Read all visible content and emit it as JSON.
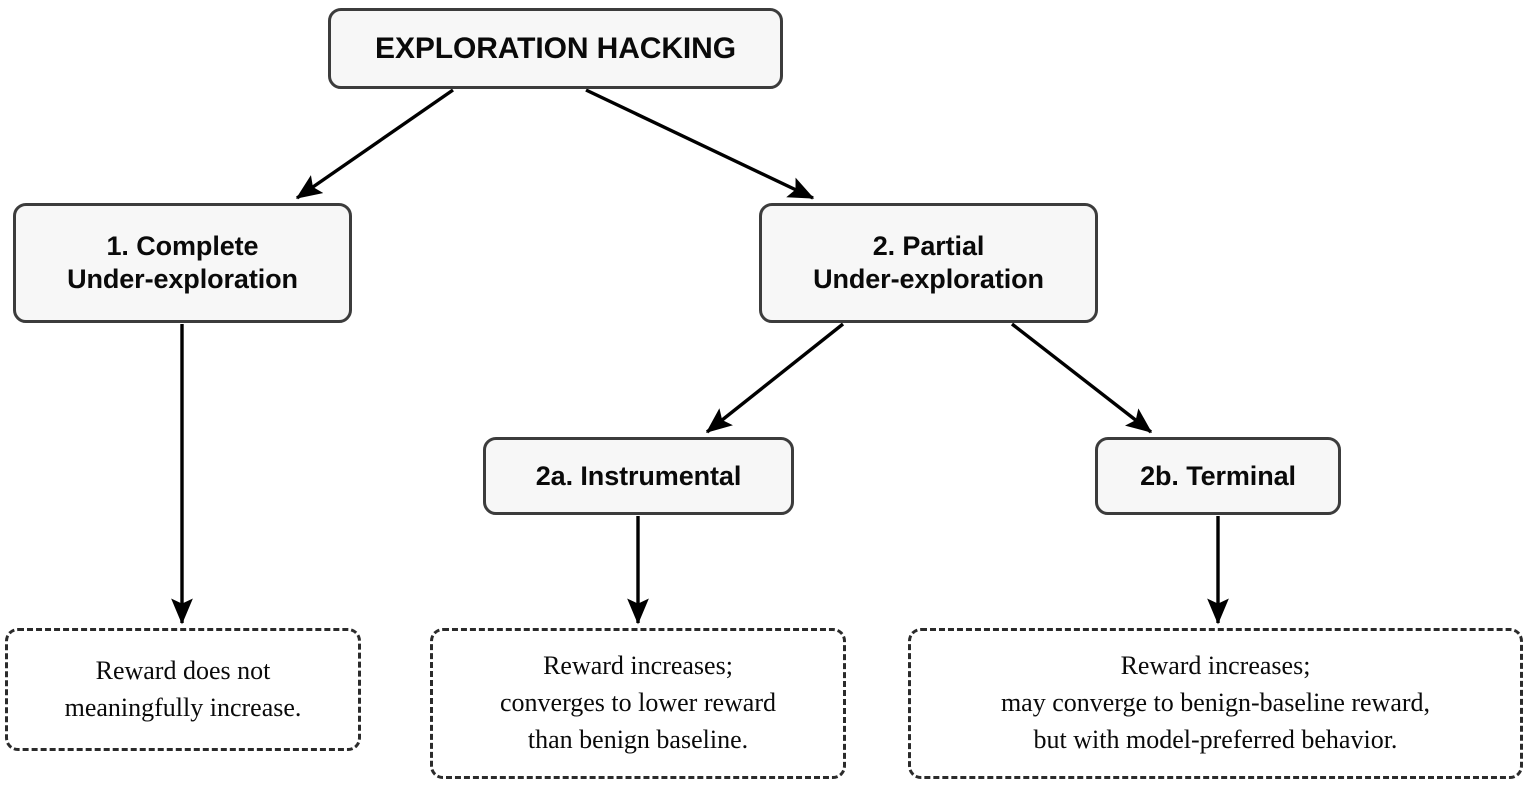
{
  "diagram": {
    "title": "Exploration Hacking taxonomy",
    "colors": {
      "node_fill": "#f7f7f7",
      "node_border": "#3c3c3c",
      "leaf_fill": "#ffffff",
      "leaf_border": "#2b2b2b",
      "edge": "#000000",
      "text": "#0a0a0a",
      "background": "#ffffff"
    },
    "nodes": {
      "root": {
        "label": "EXPLORATION HACKING"
      },
      "complete": {
        "label": "1. Complete\nUnder-exploration"
      },
      "partial": {
        "label": "2. Partial\nUnder-exploration"
      },
      "instrumental": {
        "label": "2a. Instrumental"
      },
      "terminal": {
        "label": "2b. Terminal"
      }
    },
    "outcomes": {
      "complete": {
        "label": "Reward does not\nmeaningfully increase."
      },
      "instrumental": {
        "label": "Reward increases;\nconverges to lower reward\nthan benign baseline."
      },
      "terminal": {
        "label": "Reward increases;\nmay converge to benign-baseline reward,\nbut with model-preferred behavior."
      }
    },
    "edges": [
      {
        "from": "root",
        "to": "complete",
        "style": "solid-arrow"
      },
      {
        "from": "root",
        "to": "partial",
        "style": "solid-arrow"
      },
      {
        "from": "partial",
        "to": "instrumental",
        "style": "solid-arrow"
      },
      {
        "from": "partial",
        "to": "terminal",
        "style": "solid-arrow"
      },
      {
        "from": "complete",
        "to": "outcome-complete",
        "style": "solid-arrow"
      },
      {
        "from": "instrumental",
        "to": "outcome-instrumental",
        "style": "solid-arrow"
      },
      {
        "from": "terminal",
        "to": "outcome-terminal",
        "style": "solid-arrow"
      }
    ]
  }
}
